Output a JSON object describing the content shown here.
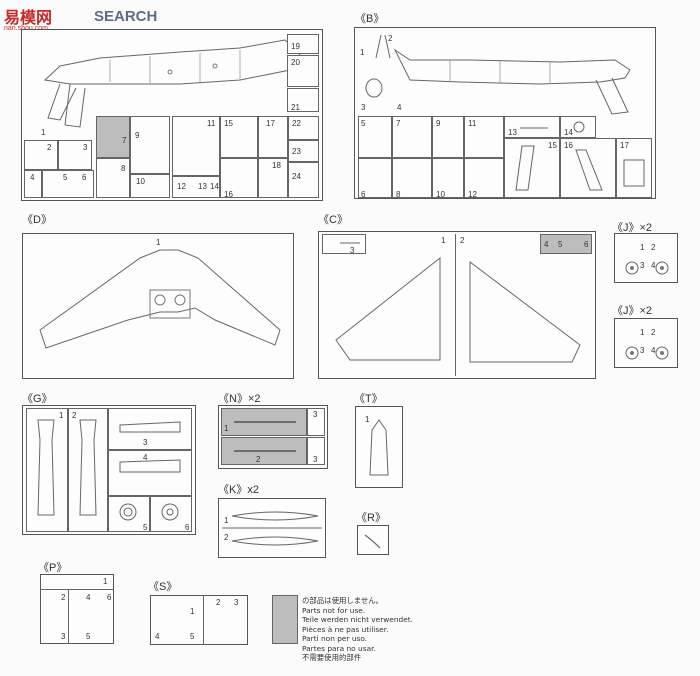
{
  "logo": {
    "cn_text": "易模网",
    "brand_suffix": "SEARCH",
    "url": "nan.shou.com"
  },
  "sections": {
    "A": {
      "number_labels": [
        "1",
        "2",
        "3",
        "4",
        "5",
        "6",
        "7",
        "8",
        "9",
        "10",
        "11",
        "12",
        "13",
        "14",
        "15",
        "16",
        "17",
        "18",
        "19",
        "20",
        "21",
        "22",
        "23",
        "24"
      ]
    },
    "B": {
      "label": "《B》",
      "number_labels": [
        "1",
        "2",
        "3",
        "4",
        "5",
        "6",
        "7",
        "8",
        "9",
        "10",
        "11",
        "12",
        "13",
        "14",
        "15",
        "16",
        "17"
      ]
    },
    "D": {
      "label": "《D》",
      "number_labels": [
        "1"
      ]
    },
    "C": {
      "label": "《C》",
      "number_labels": [
        "1",
        "2",
        "3",
        "4",
        "5",
        "6"
      ]
    },
    "J1": {
      "label": "《J》×2",
      "number_labels": [
        "1",
        "2",
        "3",
        "4"
      ]
    },
    "J2": {
      "label": "《J》×2",
      "number_labels": [
        "1",
        "2",
        "3",
        "4"
      ]
    },
    "G": {
      "label": "《G》",
      "number_labels": [
        "1",
        "2",
        "3",
        "4",
        "5",
        "6"
      ]
    },
    "N": {
      "label": "《N》×2",
      "number_labels": [
        "1",
        "2",
        "3",
        "3"
      ]
    },
    "T": {
      "label": "《T》",
      "number_labels": [
        "1"
      ]
    },
    "K": {
      "label": "《K》x2",
      "number_labels": [
        "1",
        "2"
      ]
    },
    "R": {
      "label": "《R》"
    },
    "P": {
      "label": "《P》",
      "number_labels": [
        "1",
        "2",
        "3",
        "4",
        "5",
        "6"
      ]
    },
    "S": {
      "label": "《S》",
      "number_labels": [
        "1",
        "2",
        "3",
        "4",
        "5"
      ]
    }
  },
  "notice": {
    "lines": [
      "の部品は使用しません。",
      "Parts not for use.",
      "Teile werden nicht verwendet.",
      "Pièces à ne pas utiliser.",
      "Parti non per uso.",
      "Partes para no usar.",
      "不需要使用的部件"
    ]
  }
}
